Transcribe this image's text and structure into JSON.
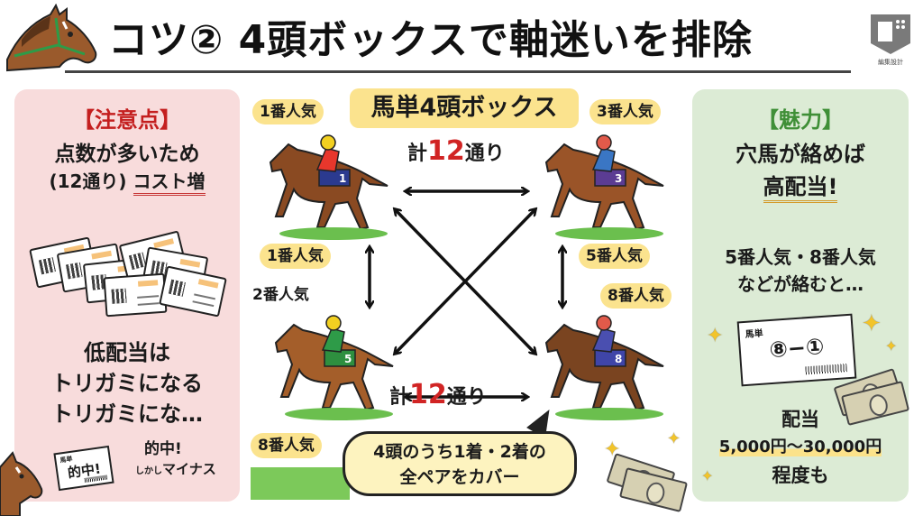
{
  "header": {
    "title": "コツ② 4頭ボックスで軸迷いを排除",
    "logo_caption": "編集設計"
  },
  "left_panel": {
    "heading": "【注意点】",
    "line1": "点数が多いため",
    "line2_prefix": "(12通り)",
    "line2_emph": "コスト増",
    "line3": "低配当は",
    "line4": "トリガミになる",
    "line5": "トリガミにな…",
    "ticket_small": "馬単",
    "ticket_big": "的中!",
    "hit_label": "的中!",
    "minus_prefix": "しかし",
    "minus_label": "マイナス"
  },
  "center": {
    "title": "馬単4頭ボックス",
    "total_top": {
      "prefix": "計",
      "num": "12",
      "suffix": "通り"
    },
    "total_bottom": {
      "prefix": "計",
      "num": "12",
      "suffix": "通り"
    },
    "horses": [
      {
        "number": "1",
        "label": "1番人気",
        "silks": "#e8372c",
        "cloth": "#2b3a8f",
        "cap": "#f2d021"
      },
      {
        "number": "3",
        "label": "3番人気",
        "silks": "#3a76c4",
        "cloth": "#5b3c93",
        "cap": "#e15a4a"
      },
      {
        "number": "5",
        "label": "2番人気",
        "silks": "#2e9b48",
        "cloth": "#2e8f3f",
        "cap": "#f2d021"
      },
      {
        "number": "8",
        "label": "8番人気",
        "silks": "#4a4fb0",
        "cloth": "#3f45a8",
        "cap": "#e15a4a"
      }
    ],
    "badges": {
      "top_left": "1番人気",
      "top_right": "3番人気",
      "mid_left": "1番人気",
      "mid_right": "5番人気",
      "plain_left": "2番人気",
      "bottom_right": "8番人気",
      "bottom_left": "8番人気"
    },
    "callout_line1": "4頭のうち1着・2着の",
    "callout_line2": "全ペアをカバー"
  },
  "right_panel": {
    "heading": "【魅力】",
    "line1": "穴馬が絡めば",
    "line2": "高配当!",
    "line3": "5番人気・8番人気",
    "line4": "などが絡むと…",
    "ticket_small": "馬単",
    "ticket_big": "⑧−①",
    "payout_label": "配当",
    "payout_range": "5,000円〜30,000円",
    "payout_suffix": "程度も"
  },
  "colors": {
    "accent_red": "#c41f1f",
    "accent_green": "#3f8f37",
    "badge_yellow": "#fbe38e",
    "panel_pink": "#f8dcdc",
    "panel_green": "#dcebd5",
    "number_red": "#d12424"
  }
}
